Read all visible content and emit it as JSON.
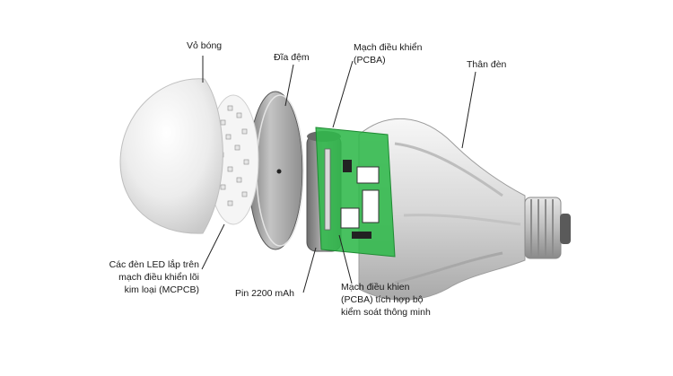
{
  "diagram": {
    "labels": {
      "shell": "Vỏ bóng",
      "disc": "Đĩa đệm",
      "pcba_top": [
        "Mạch điều khiển",
        "(PCBA)"
      ],
      "body": "Thân đèn",
      "led_board": [
        "Các đèn LED lắp trên",
        "mạch điều khiển lõi",
        "kim loại (MCPCB)"
      ],
      "battery": "Pin 2200 mAh",
      "pcba_bottom": [
        "Mạch điều khien",
        "(PCBA) tích hợp bộ",
        "kiểm soát thông minh"
      ]
    },
    "colors": {
      "pcb_green": "#2fb84a",
      "shell_white": "#f2f2f2",
      "body_gray": "#cfcfcf",
      "battery_gray": "#9a9a9a",
      "leader_line": "#222222"
    }
  }
}
